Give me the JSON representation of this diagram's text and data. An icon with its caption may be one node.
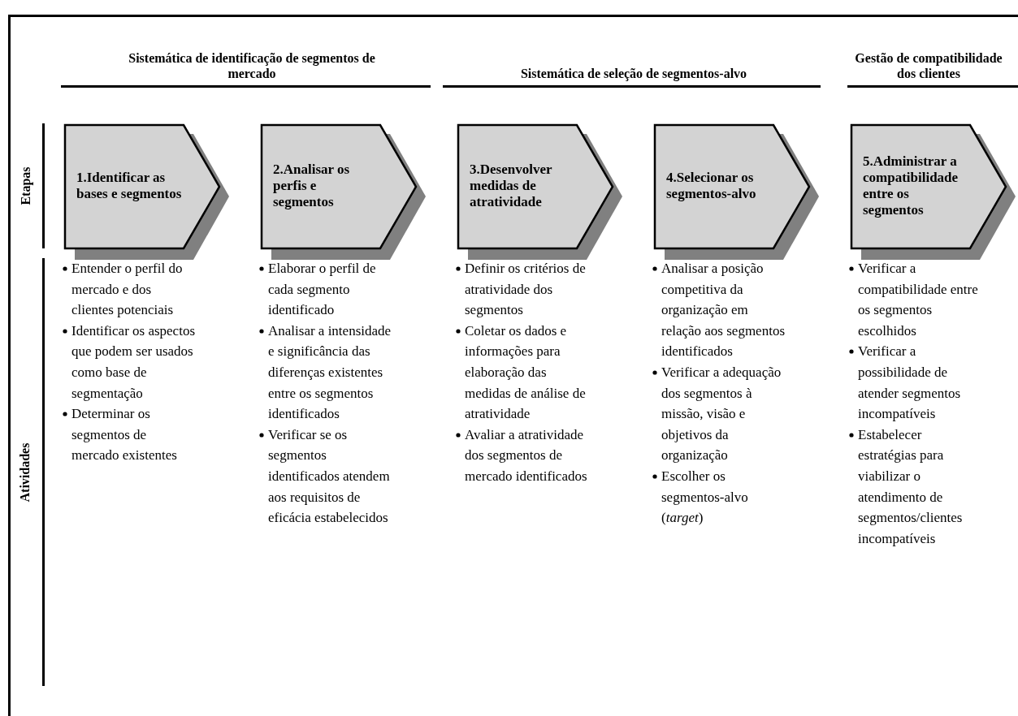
{
  "diagram": {
    "nodes": [
      {
        "text": [
          "1.Identificar as bases e segmentos"
        ]
      },
      {
        "text": [
          "2.Analisar os perfis e segmentos"
        ]
      },
      {
        "text": [
          "3.Desenvolver medidas de atratividade"
        ]
      },
      {
        "text": [
          "4.Selecionar os segmentos-alvo"
        ]
      },
      {
        "text": [
          "5.Administrar a compatibilidade entre os segmentos"
        ]
      }
    ],
    "edges": [],
    "labels": [
      "Sistemática de identificação de segmentos de mercado",
      "Sistemática de seleção de segmentos-alvo",
      "Gestão de compatibilidade dos clientes",
      "Etapas",
      "Atividades",
      "Entender o perfil do mercado e dos clientes potenciais",
      "Identificar os aspectos que podem ser usados como base de segmentação",
      "Determinar os segmentos de mercado existentes",
      "Elaborar o perfil de cada segmento identificado",
      "Analisar a intensidade e significância das diferenças existentes entre os segmentos identificados",
      "Verificar se os segmentos identificados atendem aos requisitos de eficácia estabelecidos",
      "Definir os critérios de atratividade dos segmentos",
      "Coletar os dados e informações para elaboração das medidas de análise de atratividade",
      "Avaliar a atratividade dos segmentos de mercado identificados",
      "Analisar a posição competitiva da organização em relação aos segmentos identificados",
      "Verificar a adequação dos segmentos à missão, visão e objetivos da organização",
      "Escolher os segmentos-alvo (*target*)",
      "Verificar a compatibilidade entre os segmentos escolhidos",
      "Verificar a possibilidade de atender segmentos incompatíveis",
      "Estabelecer estratégias para viabilizar o atendimento de segmentos/clientes incompatíveis"
    ]
  }
}
